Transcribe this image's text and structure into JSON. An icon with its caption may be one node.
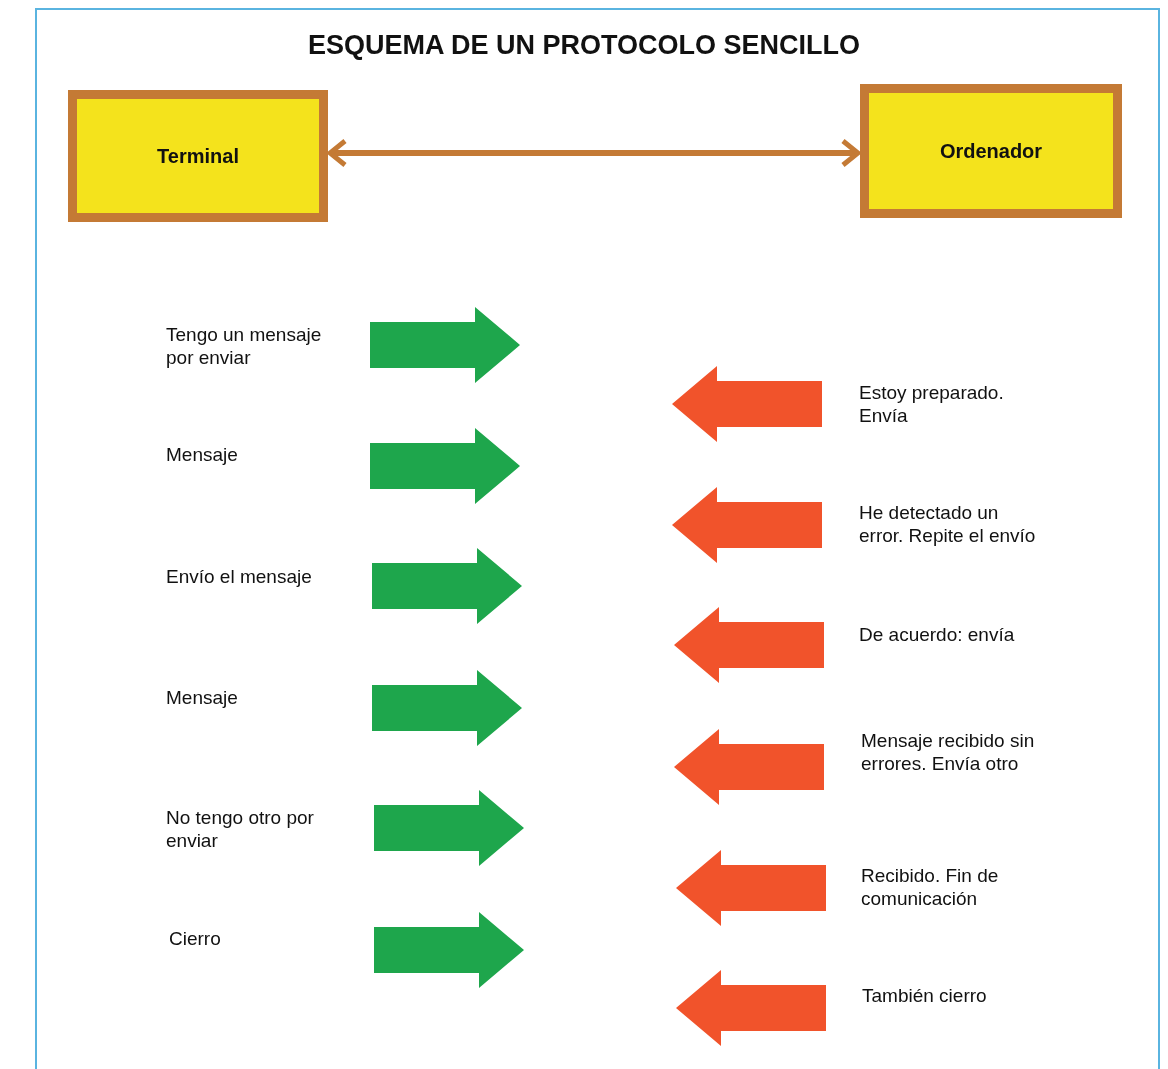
{
  "diagram": {
    "title": "ESQUEMA DE UN PROTOCOLO SENCILLO",
    "nodes": [
      {
        "text": [
          "Terminal"
        ]
      },
      {
        "text": [
          "Ordenador"
        ]
      }
    ],
    "edges": [
      {
        "from": 0,
        "to": 1,
        "arrow": "both"
      }
    ],
    "labels": [
      "Tengo un mensaje por enviar",
      "Estoy preparado. Envía",
      "Mensaje",
      "He detectado un error. Repite el envío",
      "Envío el mensaje",
      "De acuerdo: envía",
      "Mensaje",
      "Mensaje recibido sin errores. Envía otro",
      "No tengo otro por enviar",
      "Recibido. Fin de comunicación",
      "Cierro",
      "También cierro"
    ]
  }
}
